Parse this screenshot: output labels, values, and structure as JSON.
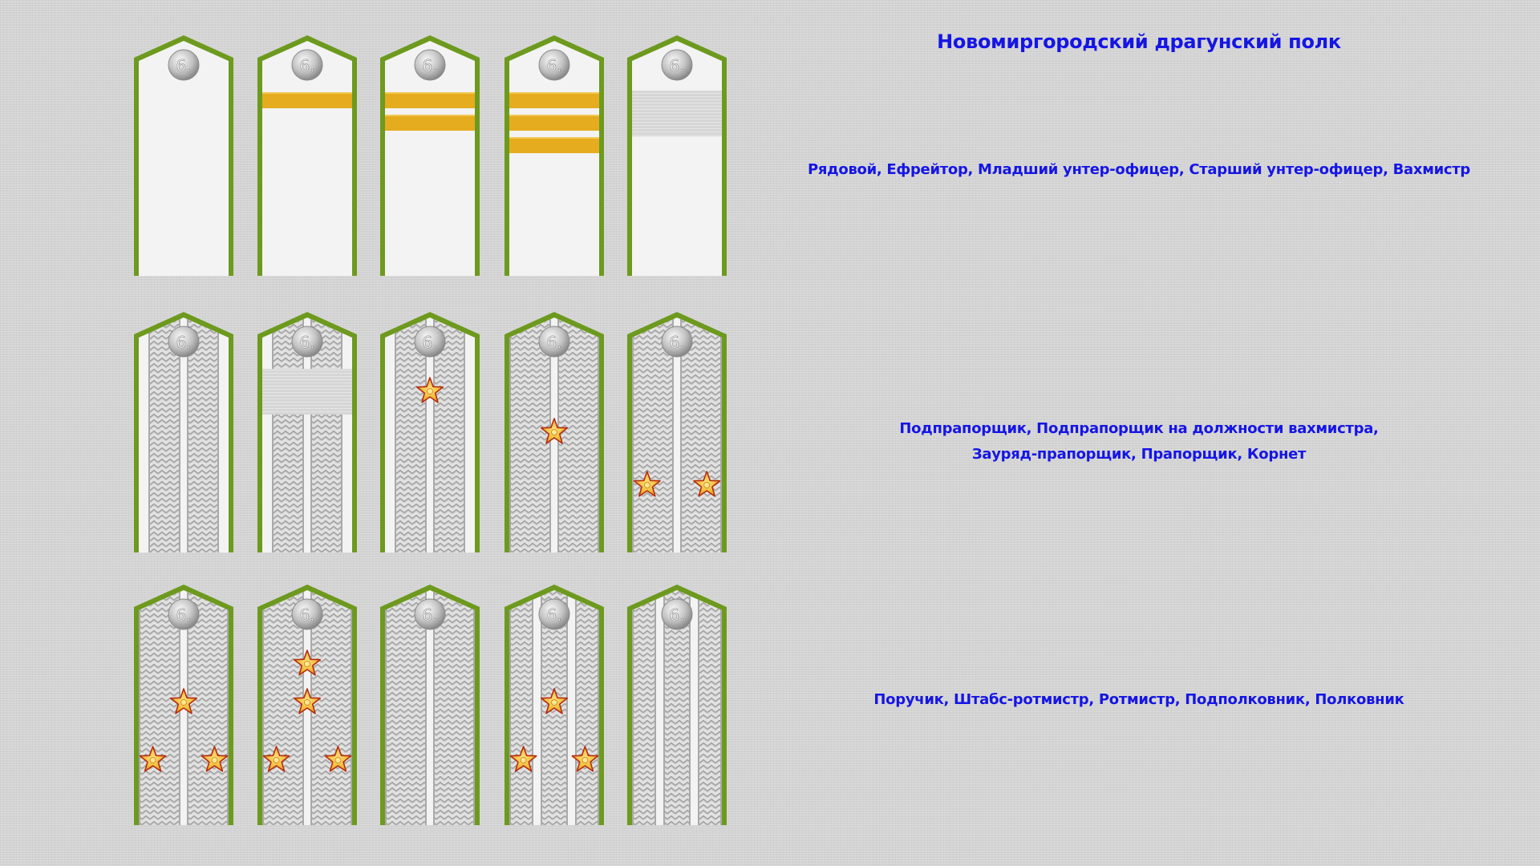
{
  "title": "Новомиргородский драгунский полк",
  "button_text": "6.",
  "colors": {
    "piping": "#6d9a1e",
    "cloth": "#f3f3f3",
    "lace_light": "#e2e2e2",
    "lace_dark": "#9c9c9c",
    "stripe_gold": "#e5ac1f",
    "star_gold": "#f2b81e",
    "star_outline": "#b52c10",
    "caption_text": "#1515e6"
  },
  "rows": [
    {
      "caption": [
        "Рядовой, Ефрейтор, Младший унтер-офицер, Старший унтер-офицер, Вахмистр"
      ],
      "boards": [
        {
          "lace": "none",
          "gold_stripes": 0,
          "silver_band": false,
          "stars": 0
        },
        {
          "lace": "none",
          "gold_stripes": 1,
          "silver_band": false,
          "stars": 0
        },
        {
          "lace": "none",
          "gold_stripes": 2,
          "silver_band": false,
          "stars": 0
        },
        {
          "lace": "none",
          "gold_stripes": 3,
          "silver_band": false,
          "stars": 0
        },
        {
          "lace": "none",
          "gold_stripes": 0,
          "silver_band": true,
          "stars": 0
        }
      ]
    },
    {
      "caption": [
        "Подпрапорщик, Подпрапорщик на должности вахмистра,",
        "Зауряд-прапорщик, Прапорщик, Корнет"
      ],
      "boards": [
        {
          "lace": "center",
          "gold_stripes": 0,
          "silver_band": false,
          "stars": 0
        },
        {
          "lace": "center",
          "gold_stripes": 0,
          "silver_band": true,
          "stars": 0
        },
        {
          "lace": "center",
          "gold_stripes": 0,
          "silver_band": false,
          "stars": 1
        },
        {
          "lace": "one_gap",
          "gold_stripes": 0,
          "silver_band": false,
          "stars": 1
        },
        {
          "lace": "one_gap",
          "gold_stripes": 0,
          "silver_band": false,
          "stars": 2
        }
      ]
    },
    {
      "caption": [
        "Поручик, Штабс-ротмистр, Ротмистр, Подполковник, Полковник"
      ],
      "boards": [
        {
          "lace": "one_gap",
          "gold_stripes": 0,
          "silver_band": false,
          "stars": 3
        },
        {
          "lace": "one_gap",
          "gold_stripes": 0,
          "silver_band": false,
          "stars": 4
        },
        {
          "lace": "one_gap",
          "gold_stripes": 0,
          "silver_band": false,
          "stars": 0
        },
        {
          "lace": "two_gaps",
          "gold_stripes": 0,
          "silver_band": false,
          "stars": 3
        },
        {
          "lace": "two_gaps",
          "gold_stripes": 0,
          "silver_band": false,
          "stars": 0
        }
      ]
    }
  ]
}
